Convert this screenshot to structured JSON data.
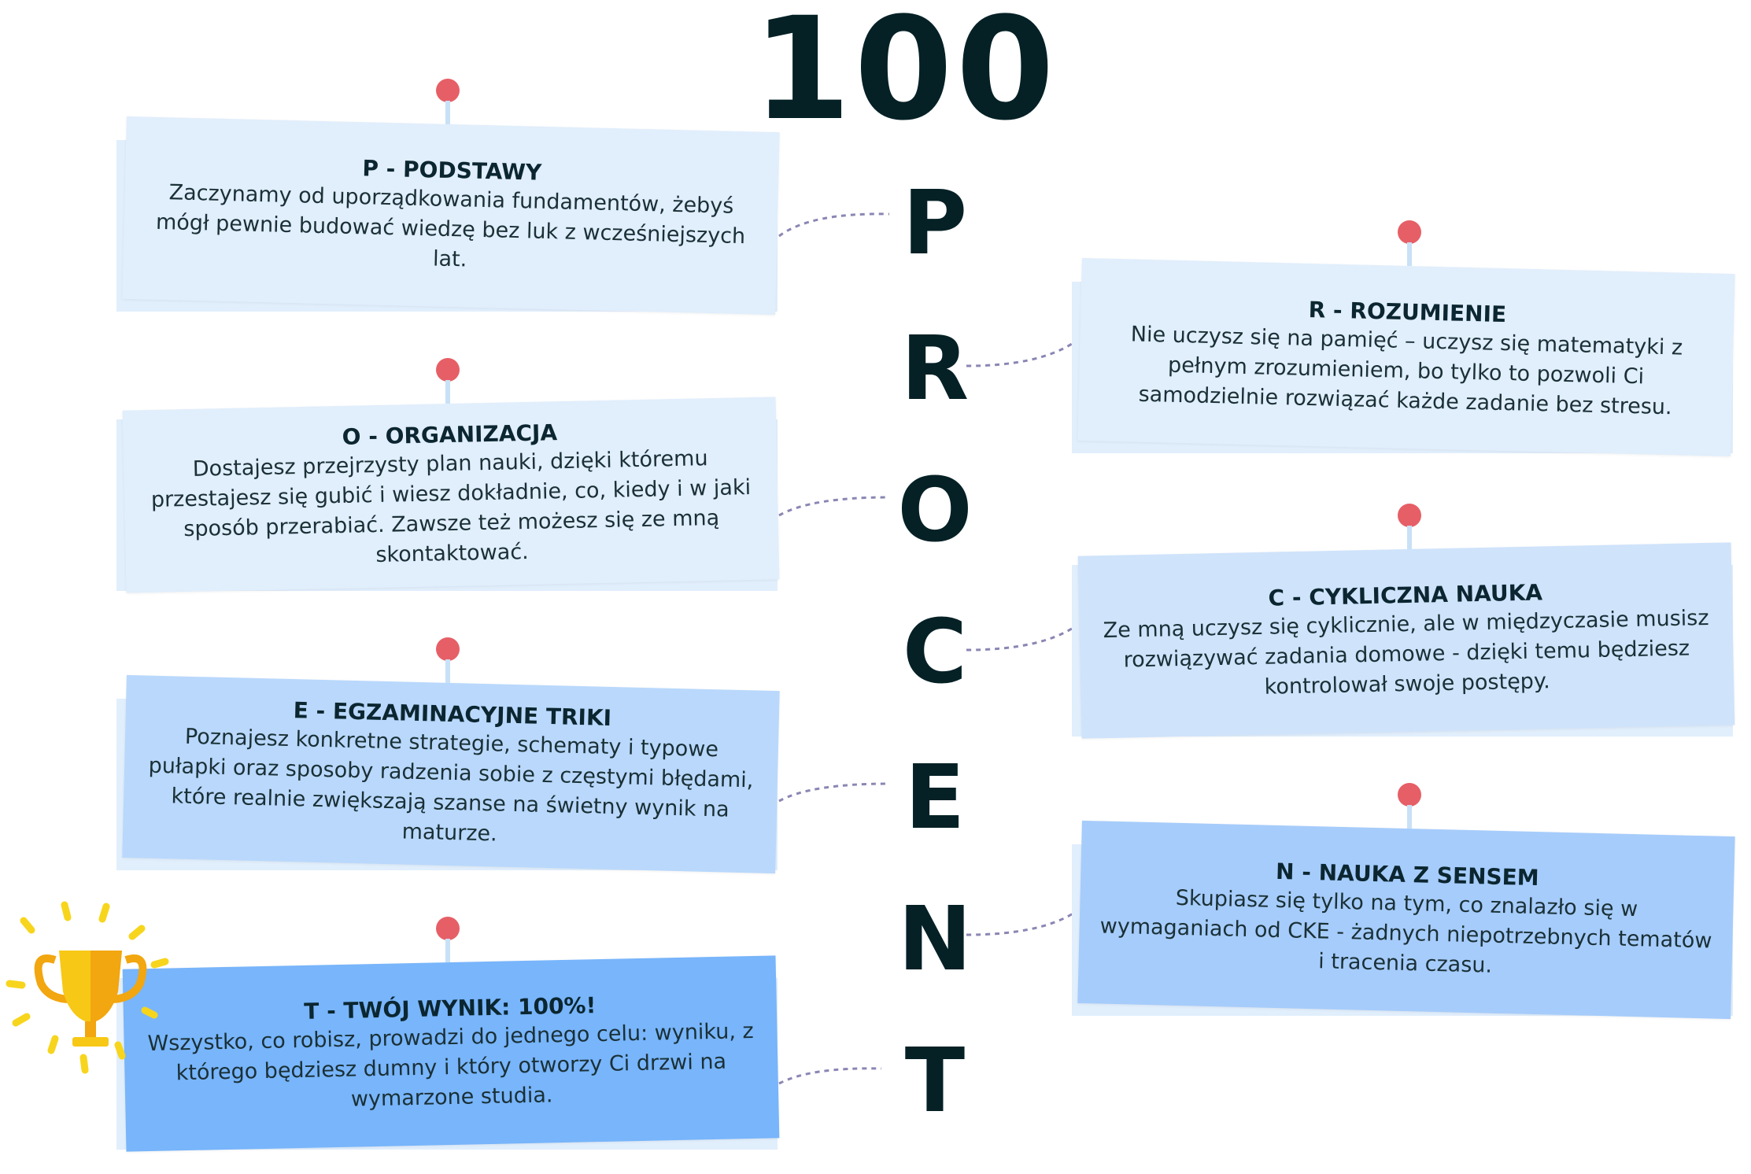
{
  "title": "100",
  "letters": [
    "P",
    "R",
    "O",
    "C",
    "E",
    "N",
    "T"
  ],
  "cards": {
    "p": {
      "heading": "P - PODSTAWY",
      "body": "Zaczynamy od uporządkowania fundamentów, żebyś mógł pewnie budować wiedzę bez luk z wcześniejszych lat."
    },
    "r": {
      "heading": "R - ROZUMIENIE",
      "body": "Nie uczysz się na pamięć – uczysz się matematyki z pełnym zrozumieniem, bo tylko to pozwoli Ci samodzielnie rozwiązać każde zadanie bez stresu."
    },
    "o": {
      "heading": "O - ORGANIZACJA",
      "body": "Dostajesz przejrzysty plan nauki, dzięki któremu przestajesz się gubić i wiesz dokładnie, co, kiedy i w jaki sposób przerabiać. Zawsze też możesz się ze mną skontaktować."
    },
    "c": {
      "heading": "C - CYKLICZNA NAUKA",
      "body": "Ze mną uczysz się cyklicznie, ale w międzyczasie musisz rozwiązywać zadania domowe - dzięki temu będziesz kontrolował swoje postępy."
    },
    "e": {
      "heading": "E - EGZAMINACYJNE TRIKI",
      "body": "Poznajesz konkretne strategie, schematy i typowe pułapki oraz sposoby radzenia sobie z częstymi błędami, które realnie zwiększają szanse na świetny wynik na maturze."
    },
    "n": {
      "heading": "N - NAUKA Z SENSEM",
      "body": "Skupiasz się tylko na tym, co znalazło się w wymaganiach od CKE - żadnych niepotrzebnych tematów i tracenia czasu."
    },
    "t": {
      "heading": "T - TWÓJ WYNIK: 100%!",
      "body": "Wszystko, co robisz, prowadzi do jednego celu: wyniku, z którego będziesz dumny i który otworzy Ci drzwi na wymarzone studia."
    }
  },
  "colors": {
    "card_light": "#e1eefc",
    "card_mid": "#cfe3fb",
    "card_deep": "#b9d8fc",
    "card_strong": "#a6ccfb",
    "card_accent": "#78b5fb",
    "pin": "#e65f66",
    "connector": "#8a86b4",
    "trophy": "#f7c815"
  }
}
